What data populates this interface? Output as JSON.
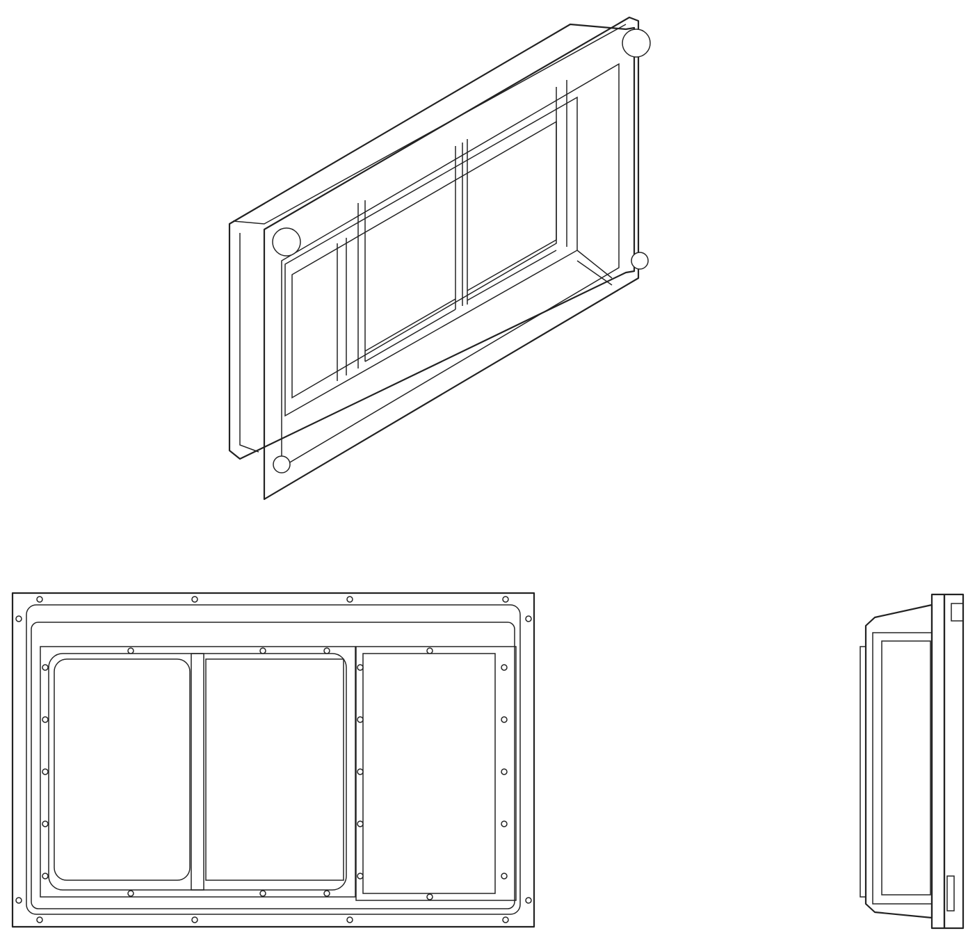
{
  "drawing": {
    "views": [
      "isometric",
      "front",
      "side"
    ],
    "line_color": "#222222",
    "background": "#ffffff"
  }
}
